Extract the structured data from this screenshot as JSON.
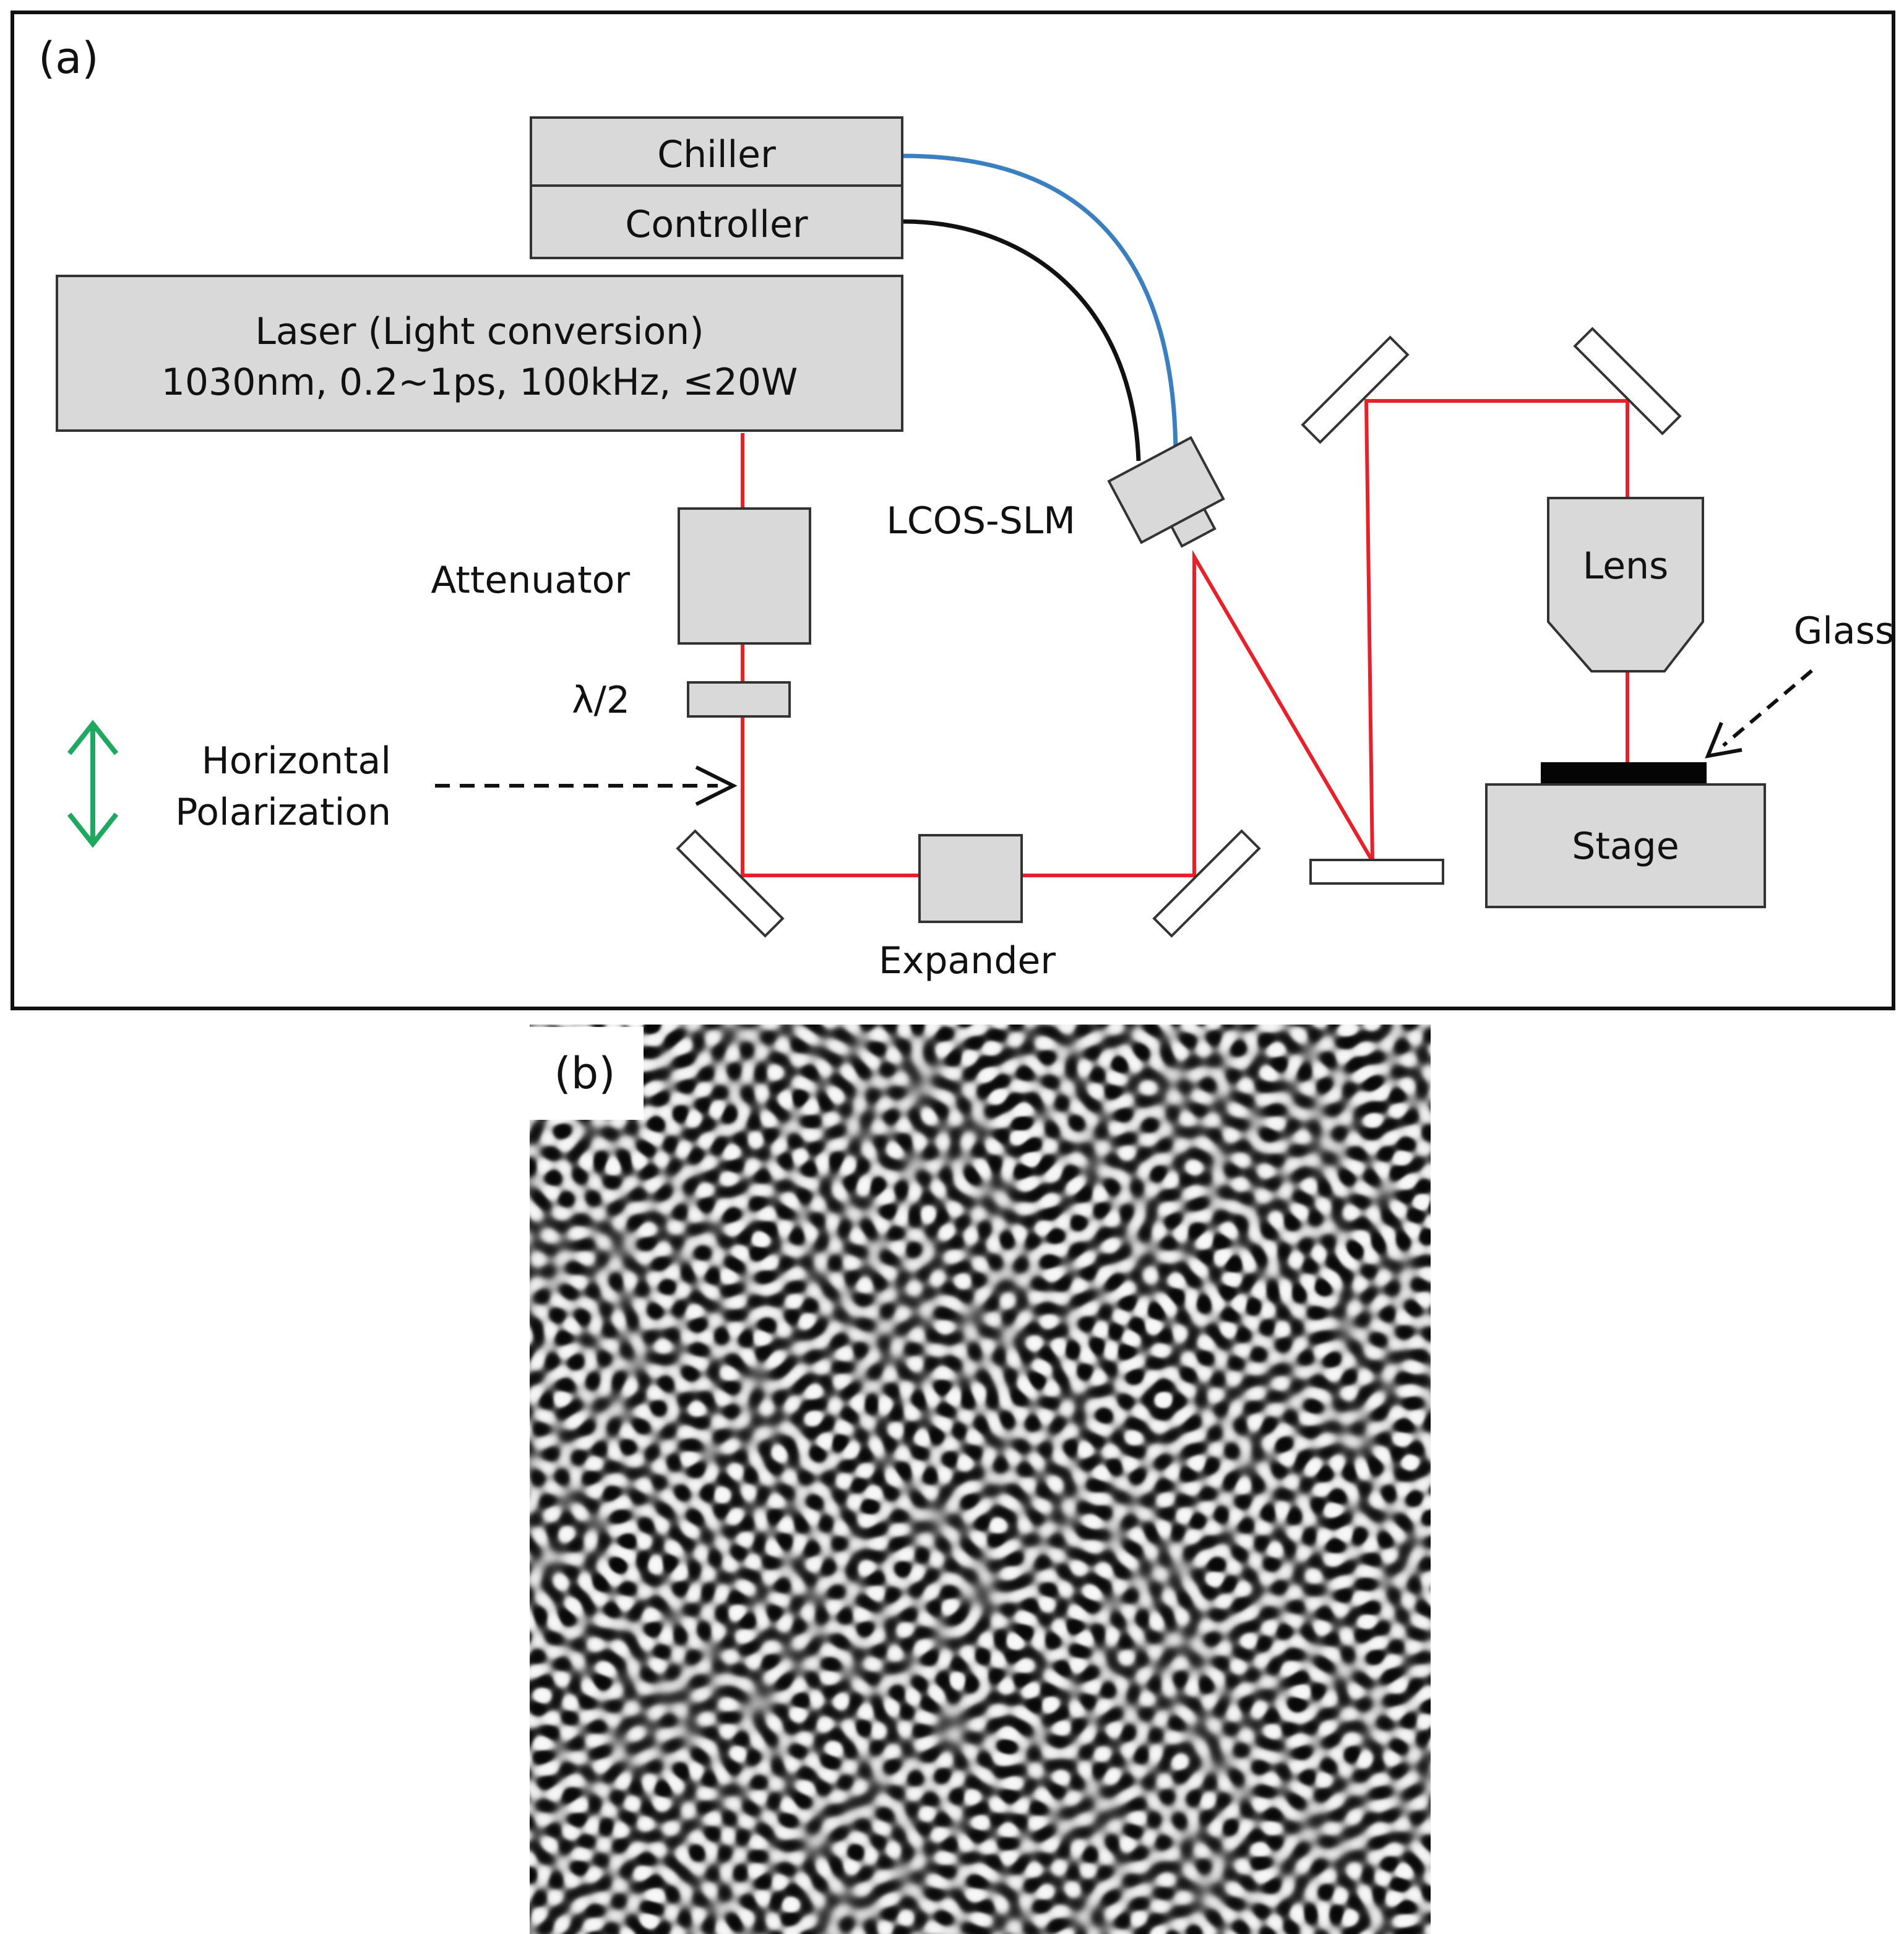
{
  "panel_a": {
    "label": "(a)",
    "chiller": "Chiller",
    "controller": "Controller",
    "laser_line1": "Laser (Light conversion)",
    "laser_line2": "1030nm, 0.2~1ps, 100kHz, ≤20W",
    "attenuator": "Attenuator",
    "half_wave": "λ/2",
    "polarization_line1": "Horizontal",
    "polarization_line2": "Polarization",
    "expander": "Expander",
    "slm": "LCOS-SLM",
    "lens": "Lens",
    "glass": "Glass",
    "stage": "Stage",
    "colors": {
      "beam": "#e8202a",
      "chiller_cable": "#3a7fc0",
      "controller_cable": "#111111",
      "component_fill": "#d9d9d9",
      "polarization_arrow": "#1fa860"
    }
  },
  "panel_b": {
    "label": "(b)",
    "pattern": "grayscale labyrinth interference pattern"
  }
}
